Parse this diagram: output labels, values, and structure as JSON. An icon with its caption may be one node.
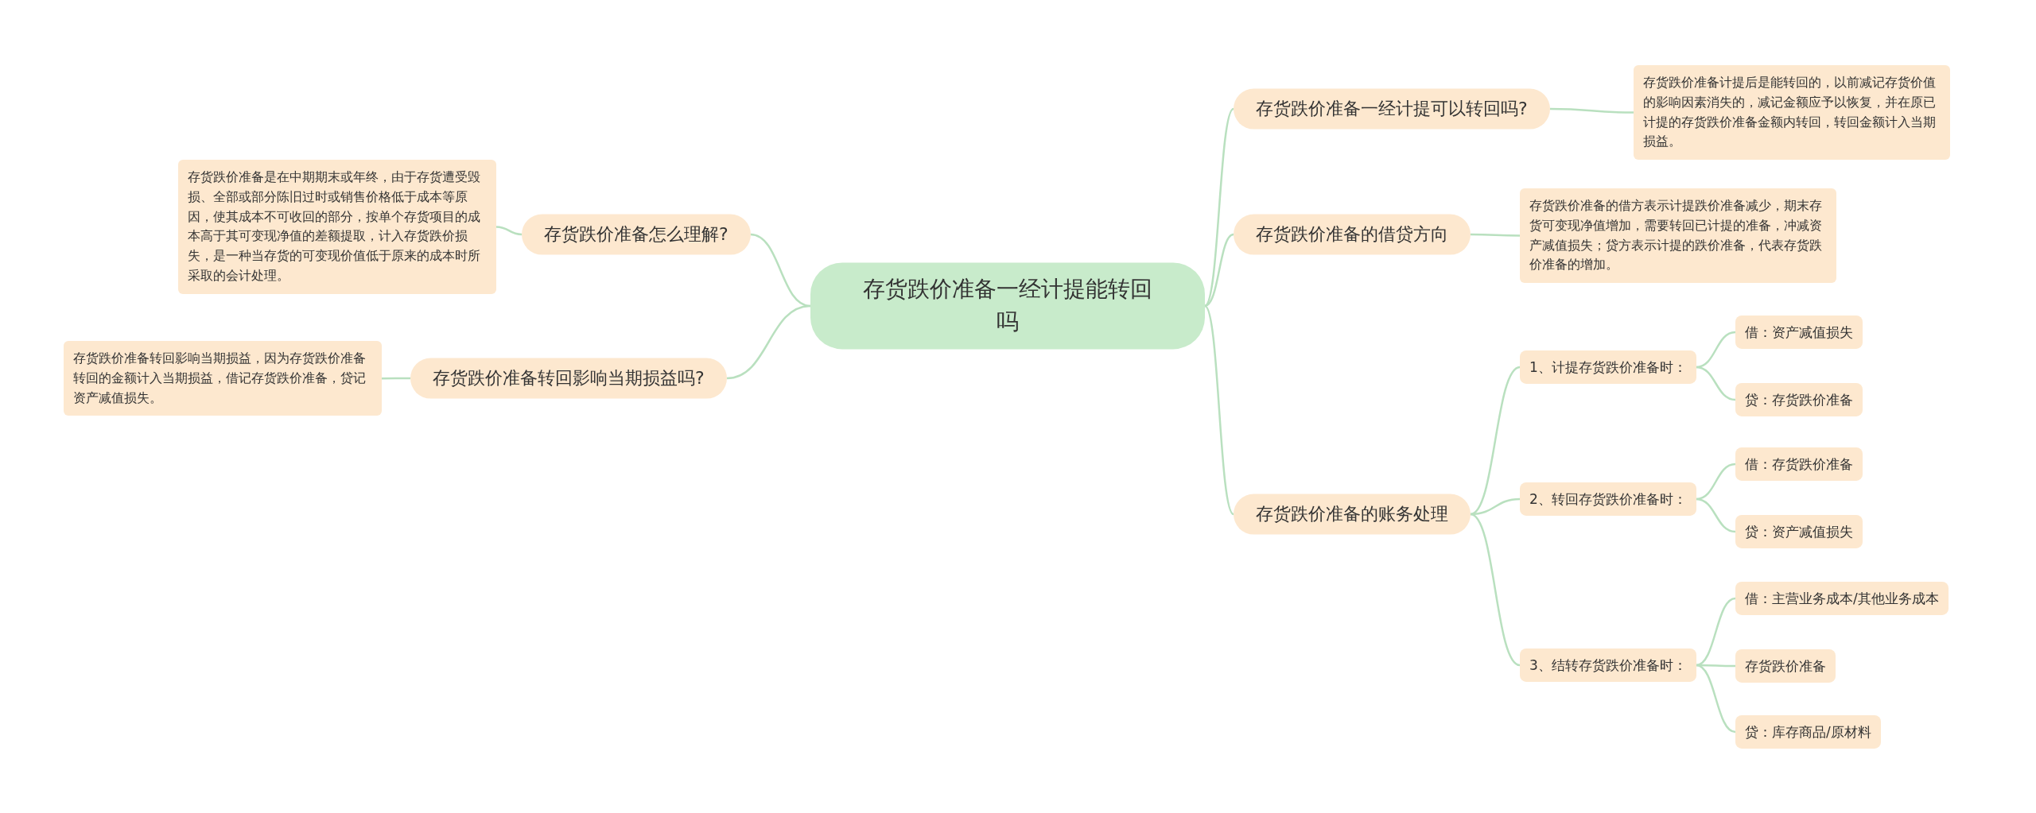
{
  "diagram": {
    "nodes": [
      {
        "text": [
          "存货跌价准备一经计提能转回吗"
        ]
      },
      {
        "text": [
          "存货跌价准备怎么理解?"
        ]
      },
      {
        "text": [
          "存货跌价准备是在中期期末或年终，由于存货遭受毁损、全部或部分陈旧过时或销售价格低于成本等原因，使其成本不可收回的部分，按单个存货项目的成本高于其可变现净值的差额提取，计入存货跌价损失，是一种当存货的可变现价值低于原来的成本时所采取的会计处理。"
        ]
      },
      {
        "text": [
          "存货跌价准备转回影响当期损益吗?"
        ]
      },
      {
        "text": [
          "存货跌价准备转回影响当期损益，因为存货跌价准备转回的金额计入当期损益，借记存货跌价准备，贷记资产减值损失。"
        ]
      },
      {
        "text": [
          "存货跌价准备一经计提可以转回吗?"
        ]
      },
      {
        "text": [
          "存货跌价准备计提后是能转回的，以前减记存货价值的影响因素消失的，减记金额应予以恢复，并在原已计提的存货跌价准备金额内转回，转回金额计入当期损益。"
        ]
      },
      {
        "text": [
          "存货跌价准备的借贷方向"
        ]
      },
      {
        "text": [
          "存货跌价准备的借方表示计提跌价准备减少，期末存货可变现净值增加，需要转回已计提的准备，冲减资产减值损失；贷方表示计提的跌价准备，代表存货跌价准备的增加。"
        ]
      },
      {
        "text": [
          "存货跌价准备的账务处理"
        ]
      },
      {
        "text": [
          "1、计提存货跌价准备时："
        ]
      },
      {
        "text": [
          "借：资产减值损失"
        ]
      },
      {
        "text": [
          "贷：存货跌价准备"
        ]
      },
      {
        "text": [
          "2、转回存货跌价准备时："
        ]
      },
      {
        "text": [
          "借：存货跌价准备"
        ]
      },
      {
        "text": [
          "贷：资产减值损失"
        ]
      },
      {
        "text": [
          "3、结转存货跌价准备时："
        ]
      },
      {
        "text": [
          "借：主营业务成本/其他业务成本"
        ]
      },
      {
        "text": [
          "存货跌价准备"
        ]
      },
      {
        "text": [
          "贷：库存商品/原材料"
        ]
      }
    ],
    "edges": [
      {
        "from": 0,
        "to": 1,
        "arrow": "none"
      },
      {
        "from": 1,
        "to": 2,
        "arrow": "none"
      },
      {
        "from": 0,
        "to": 3,
        "arrow": "none"
      },
      {
        "from": 3,
        "to": 4,
        "arrow": "none"
      },
      {
        "from": 0,
        "to": 5,
        "arrow": "none"
      },
      {
        "from": 5,
        "to": 6,
        "arrow": "none"
      },
      {
        "from": 0,
        "to": 7,
        "arrow": "none"
      },
      {
        "from": 7,
        "to": 8,
        "arrow": "none"
      },
      {
        "from": 0,
        "to": 9,
        "arrow": "none"
      },
      {
        "from": 9,
        "to": 10,
        "arrow": "none"
      },
      {
        "from": 10,
        "to": 11,
        "arrow": "none"
      },
      {
        "from": 10,
        "to": 12,
        "arrow": "none"
      },
      {
        "from": 9,
        "to": 13,
        "arrow": "none"
      },
      {
        "from": 13,
        "to": 14,
        "arrow": "none"
      },
      {
        "from": 13,
        "to": 15,
        "arrow": "none"
      },
      {
        "from": 9,
        "to": 16,
        "arrow": "none"
      },
      {
        "from": 16,
        "to": 17,
        "arrow": "none"
      },
      {
        "from": 16,
        "to": 18,
        "arrow": "none"
      },
      {
        "from": 16,
        "to": 19,
        "arrow": "none"
      }
    ]
  }
}
